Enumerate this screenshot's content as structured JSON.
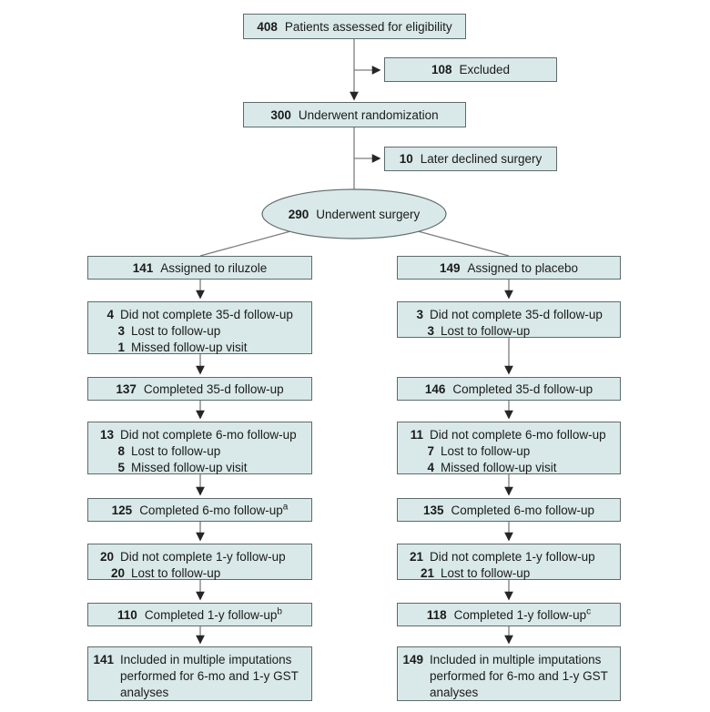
{
  "figure": {
    "box_fill": "#d9e8e8",
    "box_border": "#5f6b6b",
    "line_color": "#7d7d7d",
    "arrow_color": "#262626",
    "text_color": "#1b1b1b"
  },
  "top": {
    "assessed": {
      "number": "408",
      "label": "Patients assessed for eligibility"
    },
    "excluded": {
      "number": "108",
      "label": "Excluded"
    },
    "randomized": {
      "number": "300",
      "label": "Underwent randomization"
    },
    "declined": {
      "number": "10",
      "label": "Later declined surgery"
    },
    "surgery": {
      "number": "290",
      "label": "Underwent surgery"
    }
  },
  "riluzole": {
    "assigned": {
      "number": "141",
      "label": "Assigned to riluzole"
    },
    "nc35": {
      "number": "4",
      "label": "Did not complete 35-d follow-up",
      "sub": [
        {
          "number": "3",
          "label": "Lost to follow-up"
        },
        {
          "number": "1",
          "label": "Missed follow-up visit"
        }
      ]
    },
    "c35": {
      "number": "137",
      "label": "Completed 35-d follow-up"
    },
    "nc6": {
      "number": "13",
      "label": "Did not complete 6-mo follow-up",
      "sub": [
        {
          "number": "8",
          "label": "Lost to follow-up"
        },
        {
          "number": "5",
          "label": "Missed follow-up visit"
        }
      ]
    },
    "c6": {
      "number": "125",
      "label": "Completed 6-mo follow-up",
      "sup": "a"
    },
    "nc1": {
      "number": "20",
      "label": "Did not complete 1-y follow-up",
      "sub": [
        {
          "number": "20",
          "label": "Lost to follow-up"
        }
      ]
    },
    "c1": {
      "number": "110",
      "label": "Completed 1-y follow-up",
      "sup": "b"
    },
    "mi": {
      "number": "141",
      "lines": [
        "Included in multiple imputations",
        "performed for 6-mo and 1-y GST",
        "analyses"
      ]
    }
  },
  "placebo": {
    "assigned": {
      "number": "149",
      "label": "Assigned to placebo"
    },
    "nc35": {
      "number": "3",
      "label": "Did not complete 35-d follow-up",
      "sub": [
        {
          "number": "3",
          "label": "Lost to follow-up"
        }
      ]
    },
    "c35": {
      "number": "146",
      "label": "Completed 35-d follow-up"
    },
    "nc6": {
      "number": "11",
      "label": "Did not complete 6-mo follow-up",
      "sub": [
        {
          "number": "7",
          "label": "Lost to follow-up"
        },
        {
          "number": "4",
          "label": "Missed follow-up visit"
        }
      ]
    },
    "c6": {
      "number": "135",
      "label": "Completed 6-mo follow-up"
    },
    "nc1": {
      "number": "21",
      "label": "Did not complete 1-y follow-up",
      "sub": [
        {
          "number": "21",
          "label": "Lost to follow-up"
        }
      ]
    },
    "c1": {
      "number": "118",
      "label": "Completed 1-y follow-up",
      "sup": "c"
    },
    "mi": {
      "number": "149",
      "lines": [
        "Included in multiple imputations",
        "performed for 6-mo and 1-y GST",
        "analyses"
      ]
    }
  }
}
